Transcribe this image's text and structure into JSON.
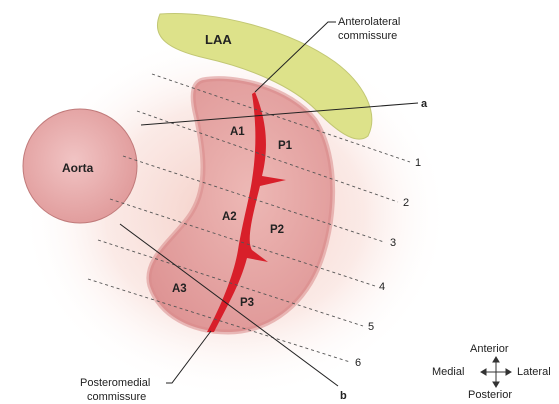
{
  "labels": {
    "laa": "LAA",
    "aorta": "Aorta",
    "anterolateral_line1": "Anterolateral",
    "anterolateral_line2": "commissure",
    "posteromedial_line1": "Posteromedial",
    "posteromedial_line2": "commissure",
    "a": "a",
    "b": "b"
  },
  "leaflets": {
    "A1": "A1",
    "A2": "A2",
    "A3": "A3",
    "P1": "P1",
    "P2": "P2",
    "P3": "P3"
  },
  "plane_numbers": [
    "1",
    "2",
    "3",
    "4",
    "5",
    "6"
  ],
  "compass": {
    "anterior": "Anterior",
    "posterior": "Posterior",
    "medial": "Medial",
    "lateral": "Lateral"
  },
  "colors": {
    "laa": "#dde28a",
    "valve": "#e3a0a0",
    "aorta": "#e2a5a5",
    "coaptation": "#d81f2a"
  }
}
